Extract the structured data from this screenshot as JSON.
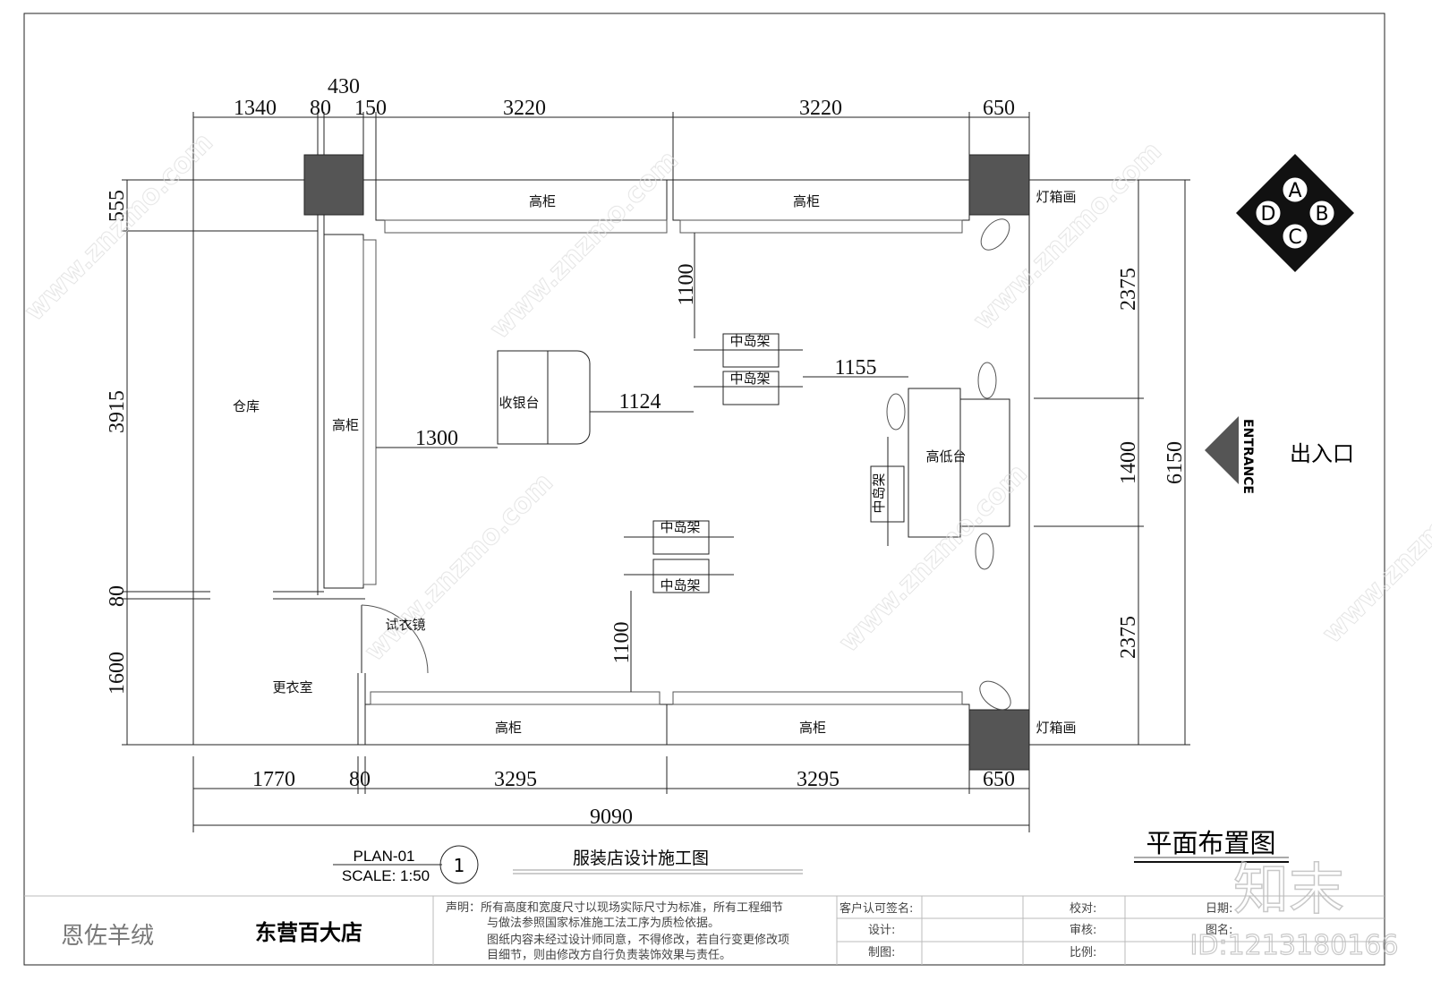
{
  "dims": {
    "top": [
      "1340",
      "80",
      "430",
      "150",
      "3220",
      "3220",
      "650"
    ],
    "bottom": [
      "1770",
      "80",
      "3295",
      "3295",
      "650"
    ],
    "total": "9090",
    "left": [
      "555",
      "3915",
      "80",
      "1600"
    ],
    "right": [
      "2375",
      "1400",
      "2375",
      "6150"
    ],
    "inner": [
      "1100",
      "1155",
      "1124",
      "1300",
      "1100"
    ]
  },
  "rooms": {
    "warehouse": "仓库",
    "tall_cabinet": "高柜",
    "cashier": "收银台",
    "fitting_room": "更衣室",
    "mirror": "试衣镜",
    "island": "中岛架",
    "high_low": "高低台",
    "lightbox": "灯箱画",
    "entrance": "ENTRANCE",
    "entrance_cn": "出入口"
  },
  "compass": [
    "A",
    "B",
    "C",
    "D"
  ],
  "plan": {
    "code": "PLAN-01",
    "scale": "SCALE: 1:50",
    "number": "1",
    "drawing_title": "服装店设计施工图",
    "sheet_title": "平面布置图"
  },
  "title_block": {
    "brand": "恩佐羊绒",
    "store": "东营百大店",
    "statement": [
      "声明：所有高度和宽度尺寸以现场实际尺寸为标准，所有工程细节",
      "与做法参照国家标准施工法工序为质检依据。",
      "图纸内容未经过设计师同意，不得修改，若自行变更修改项",
      "目细节，则由修改方自行负责装饰效果与责任。"
    ],
    "fields": [
      "客户认可签名:",
      "设计:",
      "制图:",
      "校对:",
      "审核:",
      "比例:",
      "日期:",
      "图名:"
    ]
  },
  "watermark": {
    "text": "www.znzmo.com",
    "logo": "知末",
    "id": "ID:1213180166"
  }
}
